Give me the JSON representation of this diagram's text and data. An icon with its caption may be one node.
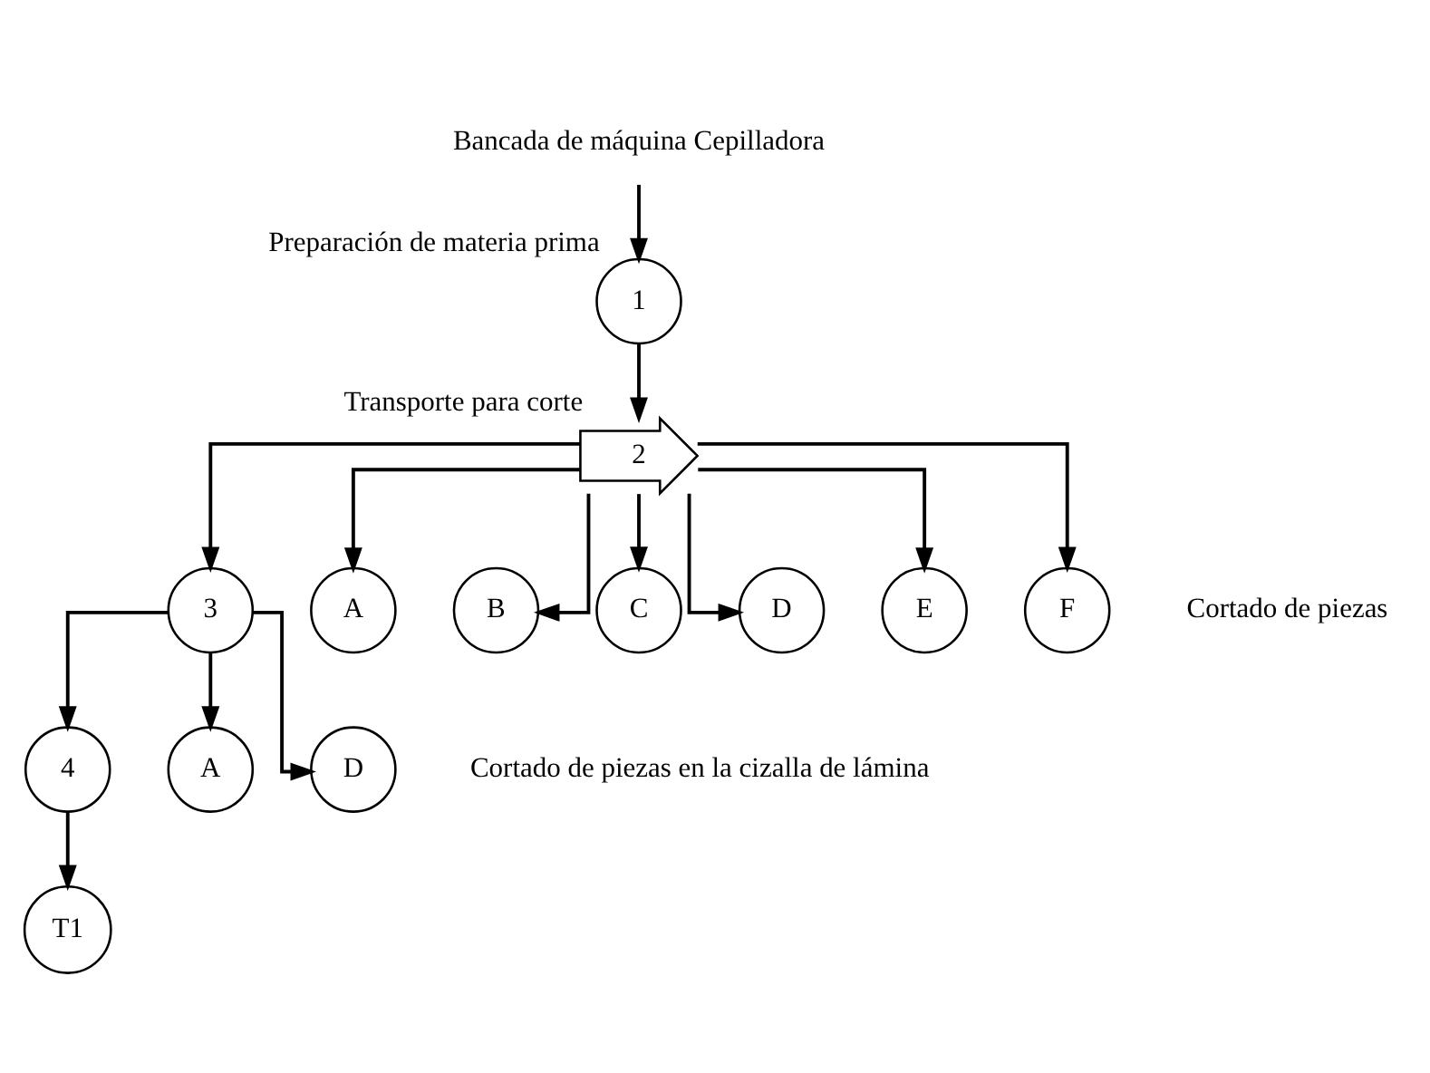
{
  "diagram": {
    "nodes": [
      {
        "text": [
          "Bancada de máquina Cepilladora"
        ]
      },
      {
        "text": [
          "1"
        ],
        "beside": [
          "Preparación de materia prima"
        ]
      },
      {
        "text": [
          "2"
        ],
        "beside": [
          "Transporte para corte"
        ]
      },
      {
        "text": [
          "3"
        ]
      },
      {
        "text": [
          "A"
        ]
      },
      {
        "text": [
          "B"
        ]
      },
      {
        "text": [
          "C"
        ]
      },
      {
        "text": [
          "D"
        ]
      },
      {
        "text": [
          "E"
        ]
      },
      {
        "text": [
          "F"
        ]
      },
      {
        "text": [
          "4"
        ]
      },
      {
        "text": [
          "A"
        ]
      },
      {
        "text": [
          "D"
        ]
      },
      {
        "text": [
          "T1"
        ]
      }
    ],
    "edges": [
      {
        "from": 0,
        "to": 1,
        "arrow": "to"
      },
      {
        "from": 1,
        "to": 2,
        "arrow": "to"
      },
      {
        "from": 2,
        "to": 3,
        "arrow": "to"
      },
      {
        "from": 2,
        "to": 4,
        "arrow": "to"
      },
      {
        "from": 2,
        "to": 5,
        "arrow": "to"
      },
      {
        "from": 2,
        "to": 6,
        "arrow": "to"
      },
      {
        "from": 2,
        "to": 7,
        "arrow": "to"
      },
      {
        "from": 2,
        "to": 8,
        "arrow": "to"
      },
      {
        "from": 2,
        "to": 9,
        "arrow": "to"
      },
      {
        "from": 3,
        "to": 10,
        "arrow": "to"
      },
      {
        "from": 3,
        "to": 11,
        "arrow": "to"
      },
      {
        "from": 3,
        "to": 12,
        "arrow": "to"
      },
      {
        "from": 10,
        "to": 13,
        "arrow": "to"
      }
    ],
    "labels": [
      "Cortado de piezas",
      "Cortado de piezas en la cizalla de lámina"
    ]
  }
}
